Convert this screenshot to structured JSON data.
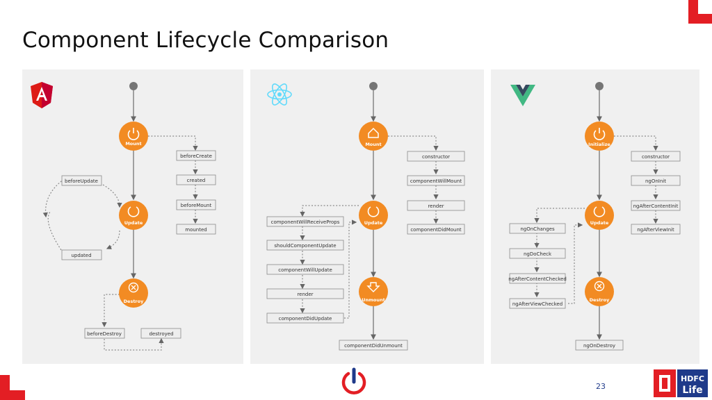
{
  "slide": {
    "title": "Component Lifecycle Comparison",
    "page_number": "23"
  },
  "colors": {
    "accent_red": "#e31e24",
    "node_orange": "#f28b23",
    "panel_bg": "#f0f0f0"
  },
  "angular": {
    "logo": "angular-logo-icon",
    "circles": {
      "mount": "Mount",
      "update": "Update",
      "destroy": "Destroy"
    },
    "boxes": {
      "before_create": "beforeCreate",
      "created": "created",
      "before_mount": "beforeMount",
      "mounted": "mounted",
      "before_update": "beforeUpdate",
      "updated": "updated",
      "before_destroy": "beforeDestroy",
      "destroyed": "destroyed"
    }
  },
  "react": {
    "logo": "react-logo-icon",
    "circles": {
      "mount": "Mount",
      "update": "Update",
      "unmount": "Unmount"
    },
    "boxes": {
      "constructor": "constructor",
      "component_will_mount": "componentWillMount",
      "render_mount": "render",
      "component_did_mount": "componentDidMount",
      "will_receive_props": "componentWillReceiveProps",
      "should_update": "shouldComponentUpdate",
      "will_update": "componentWillUpdate",
      "render_update": "render",
      "did_update": "componentDidUpdate",
      "will_unmount": "componentDidUnmount"
    }
  },
  "vue": {
    "logo": "vue-logo-icon",
    "circles": {
      "initialize": "Initialize",
      "update": "Update",
      "destroy": "Destroy"
    },
    "boxes": {
      "constructor": "constructor",
      "ng_on_init": "ngOnInit",
      "ng_after_content_init": "ngAfterContentInit",
      "ng_after_view_init": "ngAfterViewInit",
      "ng_on_changes": "ngOnChanges",
      "ng_do_check": "ngDoCheck",
      "ng_after_content_checked": "ngAfterContentChecked",
      "ng_after_view_checked": "ngAfterViewChecked",
      "ng_on_destroy": "ngOnDestroy"
    }
  },
  "branding": {
    "bottom_logo": "power-button-logo-icon",
    "company_logo": "hdfc-life-logo",
    "company_line1": "HDFC",
    "company_line2": "Life"
  }
}
